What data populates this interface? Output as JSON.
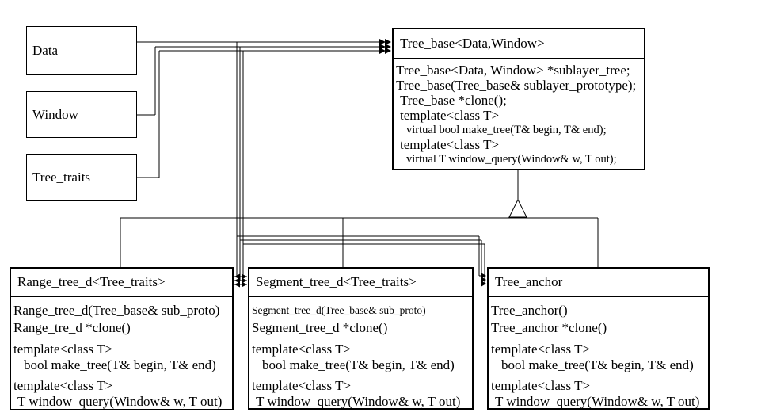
{
  "param_boxes": [
    {
      "label": "Data"
    },
    {
      "label": "Window"
    },
    {
      "label": "Tree_traits"
    }
  ],
  "classes": {
    "tree_base": {
      "title": "Tree_base<Data,Window>",
      "members": [
        "Tree_base<Data, Window> *sublayer_tree;",
        "Tree_base(Tree_base& sublayer_prototype);",
        "Tree_base *clone();",
        "template<class T>",
        "virtual bool make_tree(T& begin, T& end);",
        "template<class T>",
        "virtual T window_query(Window& w, T out);"
      ]
    },
    "range_tree_d": {
      "title": "Range_tree_d<Tree_traits>",
      "members": [
        "Range_tree_d(Tree_base& sub_proto)",
        "Range_tre_d *clone()",
        "template<class T>",
        "bool make_tree(T& begin, T& end)",
        "template<class T>",
        "T window_query(Window& w, T out)"
      ]
    },
    "segment_tree_d": {
      "title": "Segment_tree_d<Tree_traits>",
      "members": [
        "Segment_tree_d(Tree_base& sub_proto)",
        "Segment_tree_d *clone()",
        "template<class T>",
        "bool make_tree(T& begin, T& end)",
        "template<class T>",
        "T window_query(Window& w, T out)"
      ]
    },
    "tree_anchor": {
      "title": "Tree_anchor",
      "members": [
        "Tree_anchor()",
        "Tree_anchor *clone()",
        "template<class T>",
        "bool make_tree(T& begin, T& end)",
        "template<class T>",
        "T window_query(Window& w, T out)"
      ]
    }
  },
  "colors": {
    "line": "#000000",
    "text": "#000000",
    "background": "#ffffff"
  }
}
